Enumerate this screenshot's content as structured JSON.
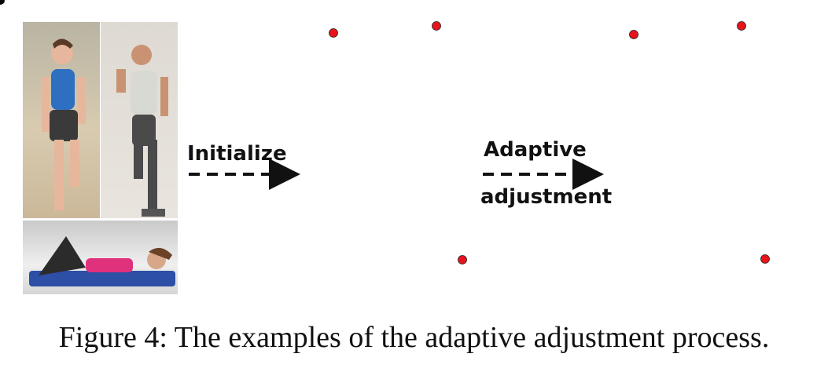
{
  "figure": {
    "caption": "Figure 4: The examples of the adaptive adjustment process.",
    "step1_label": "Initialize",
    "step2_label_line1": "Adaptive",
    "step2_label_line2": "adjustment"
  },
  "colors": {
    "head": "#e8141b",
    "light_blue_limb": "#6aa6e0",
    "orange_limb": "#d07a3a",
    "yellow_limb": "#f2c83b",
    "green_limb": "#3cbf6a",
    "dark_torso": "#333333",
    "navy_joint": "#1c2e6b",
    "purple_joint": "#7a3aa8",
    "olive_joint": "#4e6b2a",
    "amber_joint": "#b78a1d"
  }
}
